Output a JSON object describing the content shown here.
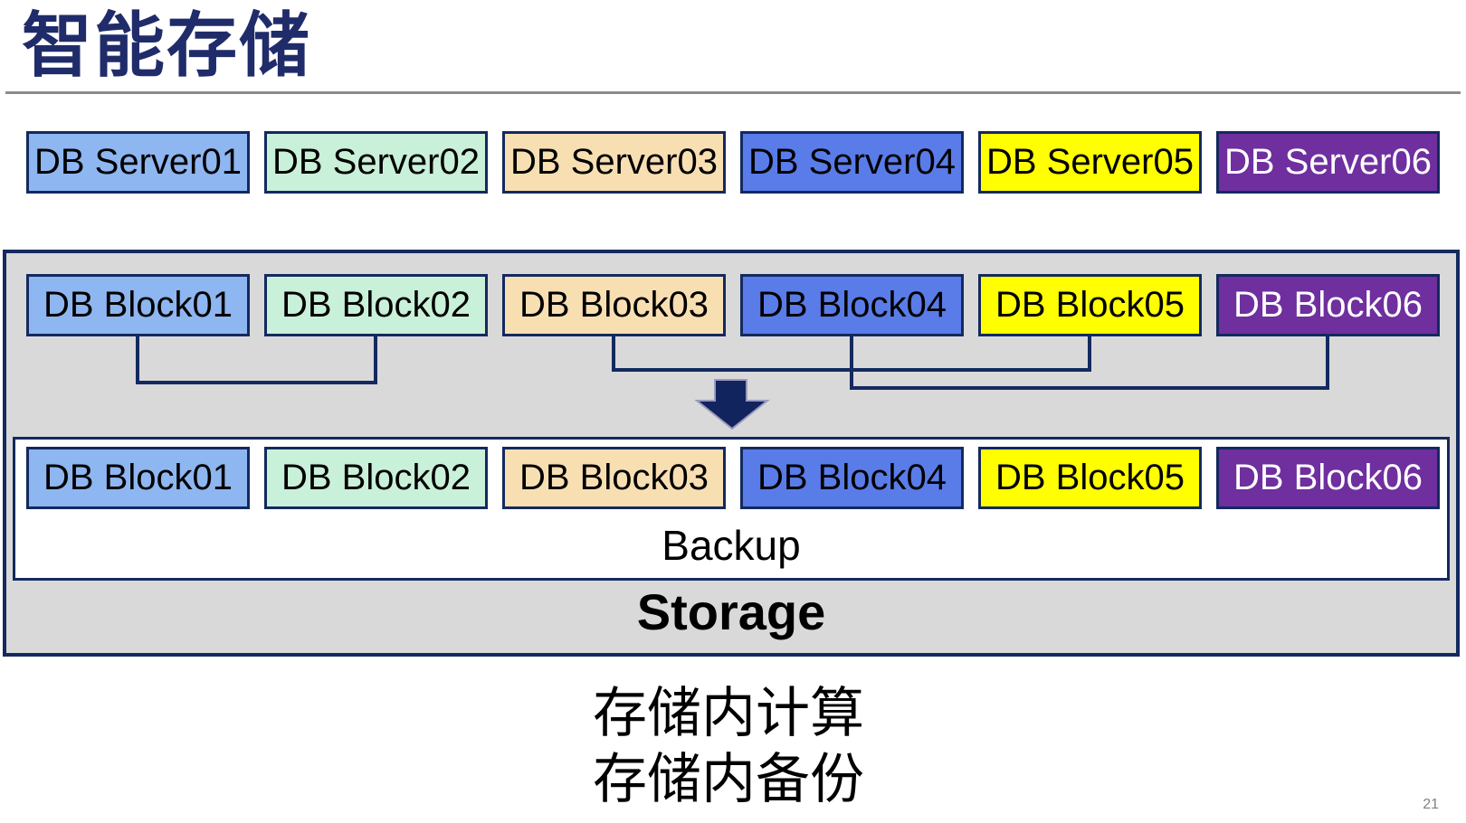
{
  "title": "智能存储",
  "page_number": "21",
  "palette": {
    "title_color": "#202c6a",
    "divider_color": "#8c8c8c",
    "box_border": "#14295f",
    "connector": "#14295f",
    "container_bg": "#d9d9d9",
    "arrow_fill": "#12245e",
    "arrow_outline": "#9a9bbf",
    "page_number_color": "#808080"
  },
  "servers": [
    {
      "label": "DB Server01",
      "bg": "#8eb6f0",
      "fg": "#000000"
    },
    {
      "label": "DB Server02",
      "bg": "#c9f0d8",
      "fg": "#000000"
    },
    {
      "label": "DB Server03",
      "bg": "#f8dfb2",
      "fg": "#000000"
    },
    {
      "label": "DB Server04",
      "bg": "#5a7ce8",
      "fg": "#000000"
    },
    {
      "label": "DB Server05",
      "bg": "#ffff00",
      "fg": "#000000"
    },
    {
      "label": "DB Server06",
      "bg": "#6f2f9f",
      "fg": "#ffffff"
    }
  ],
  "storage": {
    "label": "Storage",
    "backup_label": "Backup",
    "blocks_top": [
      {
        "label": "DB Block01",
        "bg": "#8eb6f0",
        "fg": "#000000"
      },
      {
        "label": "DB Block02",
        "bg": "#c9f0d8",
        "fg": "#000000"
      },
      {
        "label": "DB Block03",
        "bg": "#f8dfb2",
        "fg": "#000000"
      },
      {
        "label": "DB Block04",
        "bg": "#5a7ce8",
        "fg": "#000000"
      },
      {
        "label": "DB Block05",
        "bg": "#ffff00",
        "fg": "#000000"
      },
      {
        "label": "DB Block06",
        "bg": "#6f2f9f",
        "fg": "#ffffff"
      }
    ],
    "blocks_bottom": [
      {
        "label": "DB Block01",
        "bg": "#8eb6f0",
        "fg": "#000000"
      },
      {
        "label": "DB Block02",
        "bg": "#c9f0d8",
        "fg": "#000000"
      },
      {
        "label": "DB Block03",
        "bg": "#f8dfb2",
        "fg": "#000000"
      },
      {
        "label": "DB Block04",
        "bg": "#5a7ce8",
        "fg": "#000000"
      },
      {
        "label": "DB Block05",
        "bg": "#ffff00",
        "fg": "#000000"
      },
      {
        "label": "DB Block06",
        "bg": "#6f2f9f",
        "fg": "#ffffff"
      }
    ]
  },
  "captions": {
    "line1": "存储内计算",
    "line2": "存储内备份"
  }
}
